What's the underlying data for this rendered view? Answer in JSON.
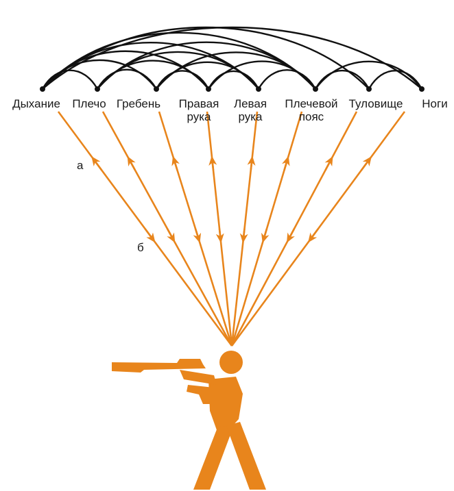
{
  "diagram": {
    "nodes": [
      {
        "id": "breath",
        "lines": [
          "Дыхание"
        ]
      },
      {
        "id": "shoulder",
        "lines": [
          "Плечо"
        ]
      },
      {
        "id": "comb",
        "lines": [
          "Гребень"
        ]
      },
      {
        "id": "right-hand",
        "lines": [
          "Правая",
          "рука"
        ]
      },
      {
        "id": "left-hand",
        "lines": [
          "Левая",
          "рука"
        ]
      },
      {
        "id": "shoulder-girdle",
        "lines": [
          "Плечевой",
          "пояс"
        ]
      },
      {
        "id": "torso",
        "lines": [
          "Туловище"
        ]
      },
      {
        "id": "legs",
        "lines": [
          "Ноги"
        ]
      }
    ],
    "markers": {
      "a": "а",
      "b": "б"
    },
    "colors": {
      "orange": "#E8851C",
      "dark": "#111111"
    }
  }
}
